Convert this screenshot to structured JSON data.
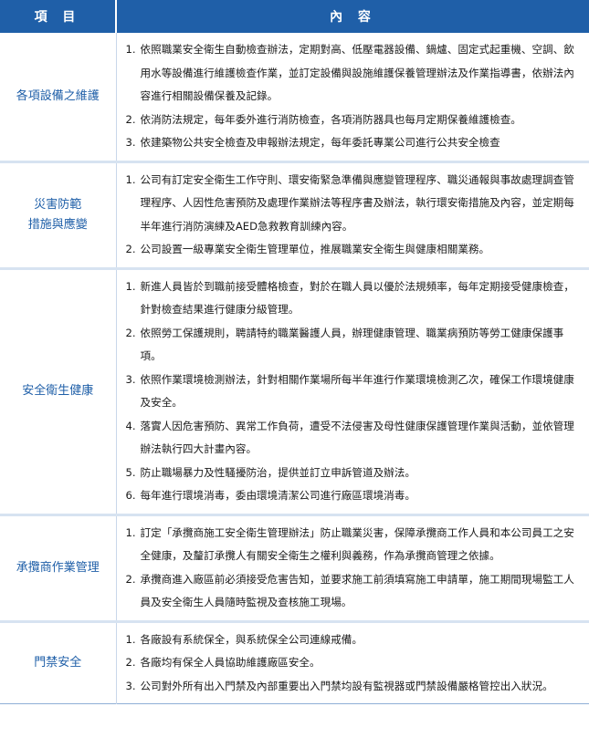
{
  "header": {
    "item_label": "項 目",
    "content_label": "內 容"
  },
  "rows": [
    {
      "category": [
        "各項設備之維護"
      ],
      "items": [
        {
          "num": "1.",
          "text": "依照職業安全衛生自動檢查辦法，定期對高、低壓電器設備、鍋爐、固定式起重機、空調、飲用水等設備進行維護檢查作業，並訂定設備與設施維護保養管理辦法及作業指導書，依辦法內容進行相關設備保養及記錄。"
        },
        {
          "num": "2.",
          "text": "依消防法規定，每年委外進行消防檢查，各項消防器具也每月定期保養維護檢查。"
        },
        {
          "num": "3.",
          "text": "依建築物公共安全檢查及申報辦法規定，每年委託專業公司進行公共安全檢查"
        }
      ]
    },
    {
      "category": [
        "災害防範",
        "措施與應變"
      ],
      "items": [
        {
          "num": "1.",
          "text": "公司有訂定安全衛生工作守則、環安衛緊急準備與應變管理程序、職災通報與事故處理調查管理程序、人因性危害預防及處理作業辦法等程序書及辦法，執行環安衛措施及內容，並定期每半年進行消防演練及AED急救教育訓練內容。"
        },
        {
          "num": "2.",
          "text": "公司設置一級專業安全衛生管理單位，推展職業安全衛生與健康相關業務。"
        }
      ]
    },
    {
      "category": [
        "安全衛生健康"
      ],
      "items": [
        {
          "num": "1.",
          "text": "新進人員皆於到職前接受體格檢查，對於在職人員以優於法規頻率，每年定期接受健康檢查，針對檢查結果進行健康分級管理。"
        },
        {
          "num": "2.",
          "text": "依照勞工保護規則，聘請特約職業醫護人員，辦理健康管理、職業病預防等勞工健康保護事項。"
        },
        {
          "num": "3.",
          "text": "依照作業環境檢測辦法，針對相關作業場所每半年進行作業環境檢測乙次，確保工作環境健康及安全。"
        },
        {
          "num": "4.",
          "text": "落實人因危害預防、異常工作負荷，遭受不法侵害及母性健康保護管理作業與活動，並依管理辦法執行四大計畫內容。"
        },
        {
          "num": "5.",
          "text": "防止職場暴力及性騷擾防治，提供並訂立申訴管道及辦法。"
        },
        {
          "num": "6.",
          "text": "每年進行環境消毒，委由環境清潔公司進行廠區環境消毒。"
        }
      ]
    },
    {
      "category": [
        "承攬商作業管理"
      ],
      "items": [
        {
          "num": "1.",
          "text": "訂定「承攬商施工安全衛生管理辦法」防止職業災害，保障承攬商工作人員和本公司員工之安全健康，及釐訂承攬人有關安全衛生之權利與義務，作為承攬商管理之依據。"
        },
        {
          "num": "2.",
          "text": "承攬商進入廠區前必須接受危害告知，並要求施工前須填寫施工申請單，施工期間現場監工人員及安全衛生人員隨時監視及查核施工現場。"
        }
      ]
    },
    {
      "category": [
        "門禁安全"
      ],
      "items": [
        {
          "num": "1.",
          "text": "各廠設有系統保全，與系統保全公司連線戒備。"
        },
        {
          "num": "2.",
          "text": "各廠均有保全人員協助維護廠區安全。"
        },
        {
          "num": "3.",
          "text": "公司對外所有出入門禁及內部重要出入門禁均設有監視器或門禁設備嚴格管控出入狀況。"
        }
      ]
    }
  ]
}
